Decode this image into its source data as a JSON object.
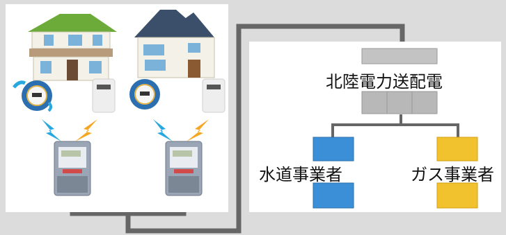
{
  "labels": {
    "power_company": "北陸電力送配電",
    "water_utility": "水道事業者",
    "gas_utility": "ガス事業者"
  },
  "colors": {
    "background": "#dcdcdc",
    "panel": "#ffffff",
    "connector_line": "#666666",
    "lightning": "#f5a623",
    "wireless_signal": "#29a8e0",
    "server_gray": "#b0b0b0",
    "server_blue": "#3a8fd6",
    "server_yellow": "#f2c12e"
  },
  "icons": [
    "house-green-roof-icon",
    "house-navy-roof-icon",
    "water-meter-icon",
    "gas-meter-icon",
    "smart-meter-icon",
    "server-rack-icon"
  ]
}
